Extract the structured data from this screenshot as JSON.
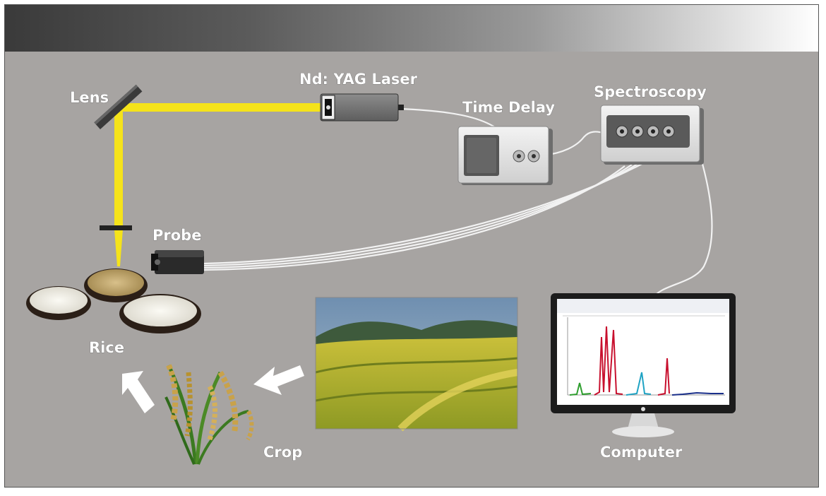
{
  "labels": {
    "lens": "Lens",
    "laser": "Nd: YAG Laser",
    "time_delay": "Time Delay",
    "spectroscopy": "Spectroscopy",
    "probe": "Probe",
    "rice": "Rice",
    "crop": "Crop",
    "computer": "Computer"
  },
  "colors": {
    "laser_beam": "#f5e31a",
    "background": "#a7a4a2",
    "fiber": "#f2f2f2",
    "spectrum_red": "#c8102e",
    "spectrum_green": "#2e9e2e",
    "spectrum_cyan": "#1fa3c4",
    "spectrum_blue": "#1a2f8a"
  },
  "icons": [
    "lens-mirror-icon",
    "laser-icon",
    "time-delay-box-icon",
    "spectrometer-icon",
    "probe-icon",
    "rice-bowls-icon",
    "rice-plant-icon",
    "rice-field-photo",
    "computer-monitor-icon",
    "arrow-icon"
  ]
}
